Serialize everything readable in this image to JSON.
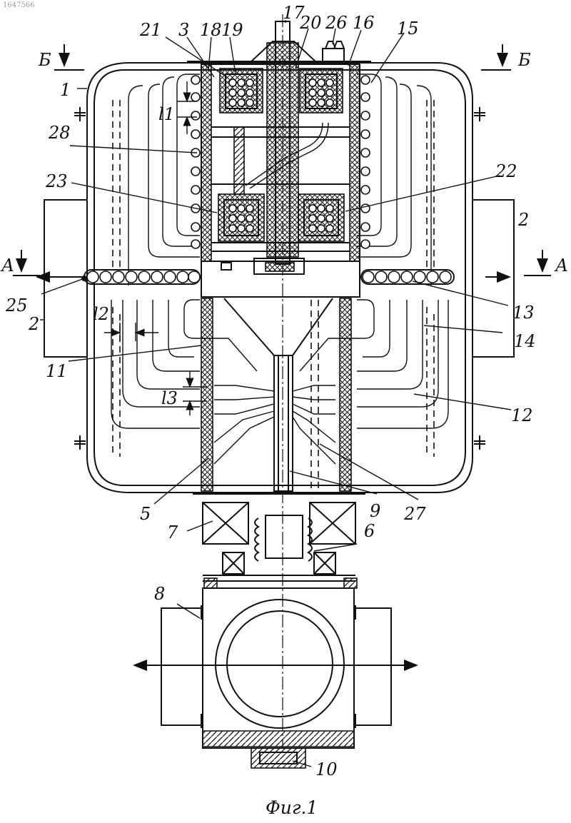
{
  "figure": {
    "caption": "Фиг.1",
    "corner_mark": "1647566",
    "section_marks": {
      "a_left": "А",
      "a_right": "А",
      "b_left": "Б",
      "b_right": "Б"
    },
    "dimension_labels": {
      "l1": "l1",
      "l2": "l2",
      "l3": "l3"
    },
    "callouts": [
      "1",
      "2",
      "2",
      "2",
      "3",
      "5",
      "6",
      "7",
      "8",
      "9",
      "10",
      "11",
      "12",
      "13",
      "14",
      "15",
      "16",
      "17",
      "18",
      "19",
      "20",
      "21",
      "22",
      "23",
      "25",
      "26",
      "27",
      "28"
    ]
  }
}
